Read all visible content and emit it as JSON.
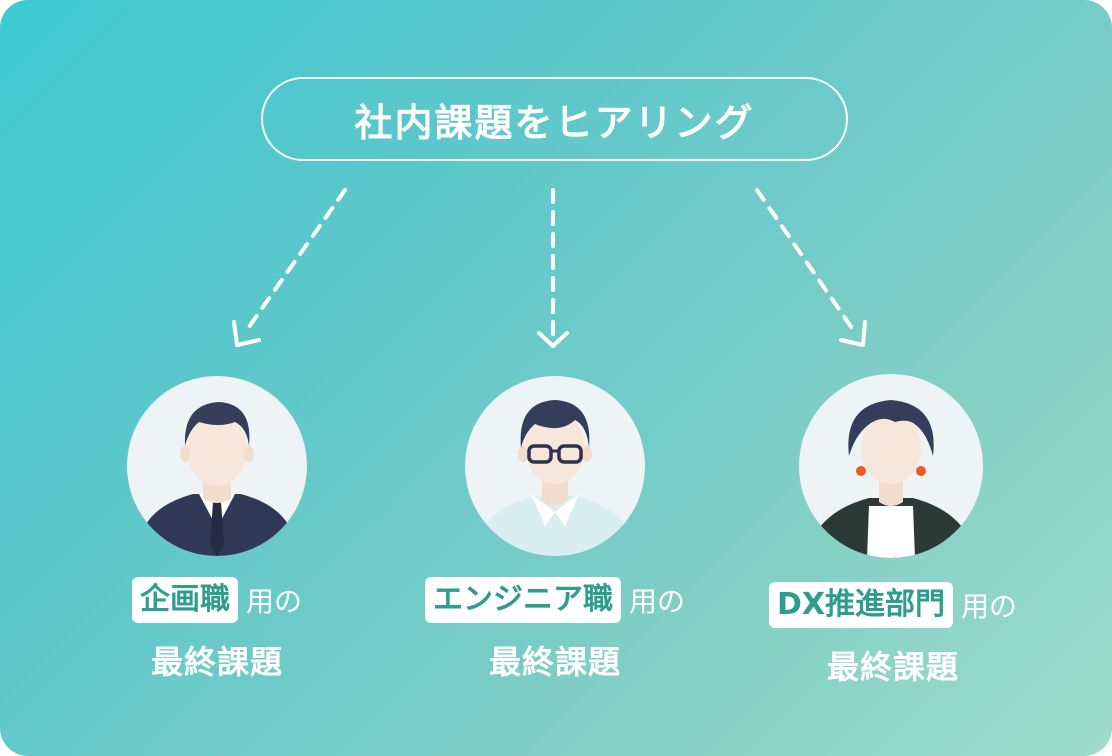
{
  "header": {
    "title": "社内課題をヒアリング"
  },
  "roles": [
    {
      "tag": "企画職",
      "suffix": "用の",
      "subtitle": "最終課題"
    },
    {
      "tag": "エンジニア職",
      "suffix": "用の",
      "subtitle": "最終課題"
    },
    {
      "tag": "DX推進部門",
      "suffix": "用の",
      "subtitle": "最終課題"
    }
  ],
  "colors": {
    "gradient_start": "#3ecad3",
    "gradient_end": "#9edcc8",
    "tag_text": "#2f9d8e",
    "avatar_bg": "#eef3f6",
    "earring": "#f05a1a"
  },
  "icons": [
    "businessman-avatar-icon",
    "engineer-avatar-icon",
    "woman-avatar-icon",
    "dashed-arrow-icon"
  ]
}
